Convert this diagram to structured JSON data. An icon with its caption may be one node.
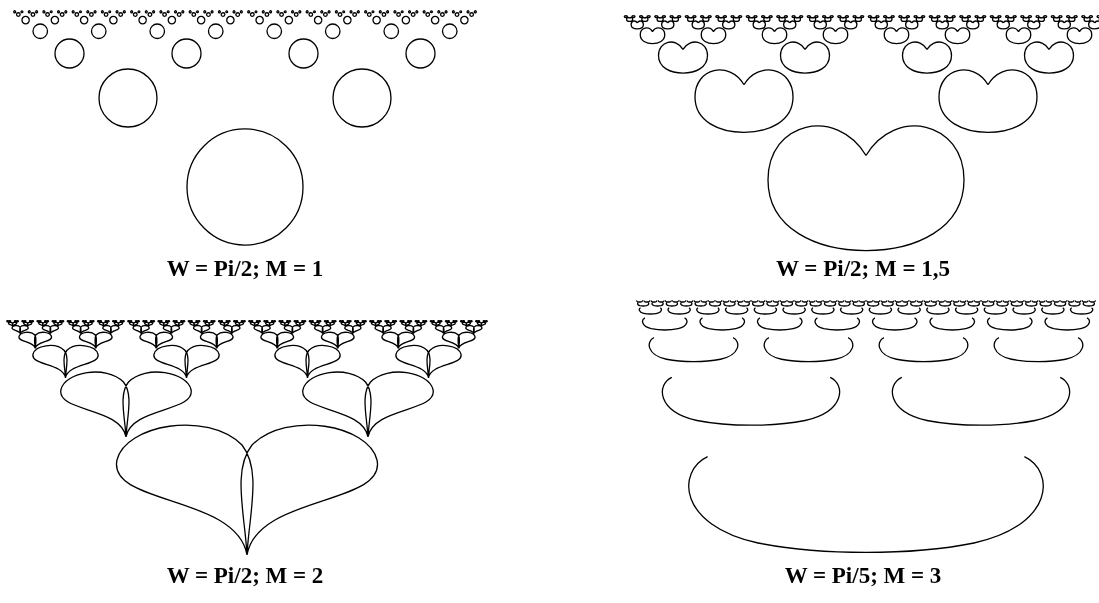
{
  "diagram": {
    "labels": [
      "W = Pi/2; M = 1",
      "W = Pi/2; M = 1,5",
      "W = Pi/2; M = 2",
      "W = Pi/5; M = 3"
    ]
  }
}
